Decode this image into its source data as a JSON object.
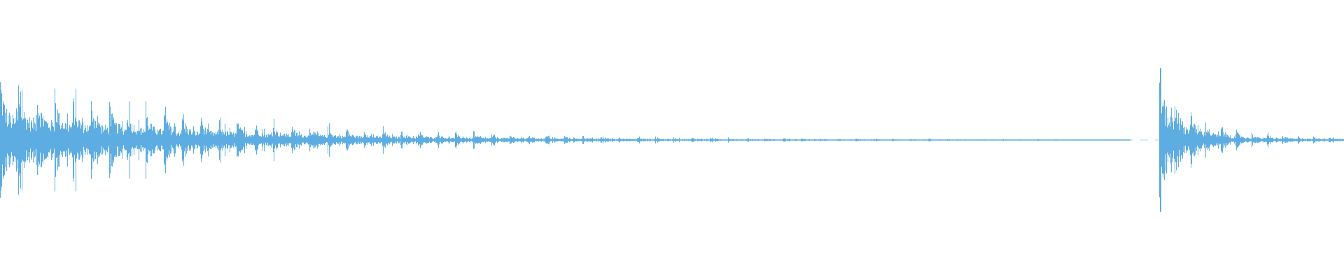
{
  "waveform": {
    "color": "#5dade2",
    "background": "#ffffff",
    "clips": [
      {
        "name": "",
        "peak_level": 0.6,
        "decay": "exponential"
      },
      {
        "name": "",
        "peak_level": 0.82,
        "decay": "exponential"
      }
    ]
  }
}
